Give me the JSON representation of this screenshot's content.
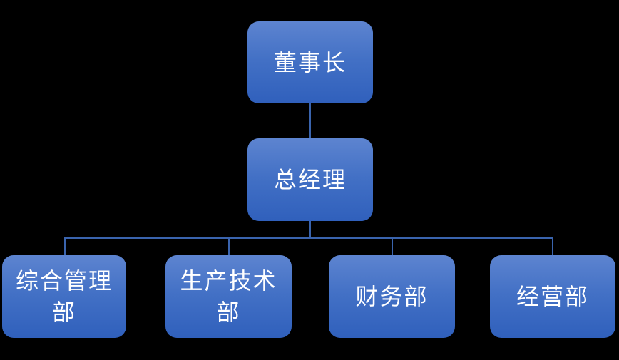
{
  "diagram": {
    "type": "org-chart",
    "background_color": "#000000",
    "node_fill_top": "#5d84d0",
    "node_fill_bottom": "#3060bc",
    "node_text_color": "#ffffff",
    "connector_color": "#3a64ae",
    "nodes": [
      {
        "id": "chairman",
        "level": 1,
        "lines": [
          "董事长"
        ]
      },
      {
        "id": "general-manager",
        "level": 2,
        "lines": [
          "总经理"
        ]
      },
      {
        "id": "dept-admin",
        "level": 3,
        "lines": [
          "综合管理",
          "部"
        ]
      },
      {
        "id": "dept-production",
        "level": 3,
        "lines": [
          "生产技术",
          "部"
        ]
      },
      {
        "id": "dept-finance",
        "level": 3,
        "lines": [
          "财务部"
        ]
      },
      {
        "id": "dept-business",
        "level": 3,
        "lines": [
          "经营部"
        ]
      }
    ],
    "edges": [
      {
        "from": "chairman",
        "to": "general-manager"
      },
      {
        "from": "general-manager",
        "to": "dept-admin"
      },
      {
        "from": "general-manager",
        "to": "dept-production"
      },
      {
        "from": "general-manager",
        "to": "dept-finance"
      },
      {
        "from": "general-manager",
        "to": "dept-business"
      }
    ]
  }
}
